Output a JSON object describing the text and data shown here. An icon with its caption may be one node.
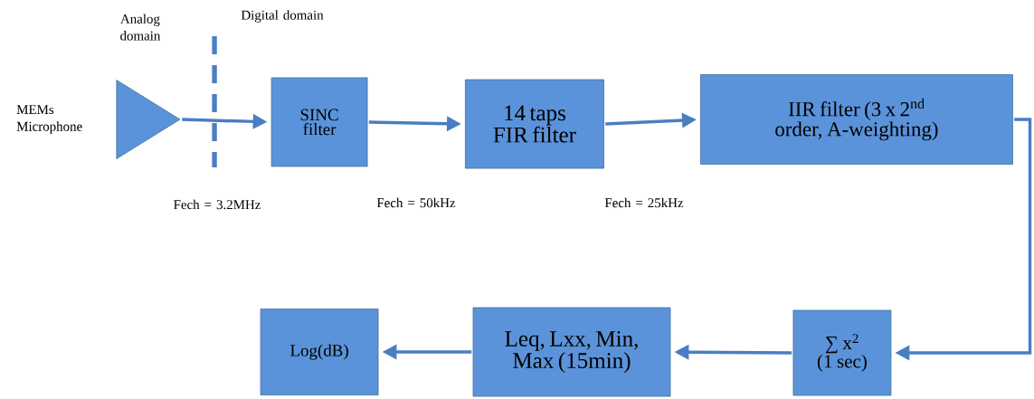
{
  "diagram": {
    "nodes": [
      {
        "text": [],
        "shape": "triangle",
        "beside": [
          "MEMs Microphone"
        ]
      },
      {
        "text": [
          "SINC filter"
        ]
      },
      {
        "text": [
          "14 taps FIR filter"
        ]
      },
      {
        "text": [
          "IIR filter (3 x 2$^{nd}$ order, A-weighting)"
        ]
      },
      {
        "text": [
          "∑ x$^{2}$ (1 sec)"
        ]
      },
      {
        "text": [
          "Leq, Lxx, Min, Max (15min)"
        ]
      },
      {
        "text": [
          "Log(dB)"
        ]
      }
    ],
    "edges": [
      {
        "from": 0,
        "to": 1,
        "arrow": "to"
      },
      {
        "from": 1,
        "to": 2,
        "arrow": "to"
      },
      {
        "from": 2,
        "to": 3,
        "arrow": "to"
      },
      {
        "from": 3,
        "to": 4,
        "arrow": "to"
      },
      {
        "from": 4,
        "to": 5,
        "arrow": "to"
      },
      {
        "from": 5,
        "to": 6,
        "arrow": "to"
      }
    ],
    "labels": [
      "Analog domain",
      "Digital domain",
      "Fech = 3.2MHz",
      "Fech = 50kHz",
      "Fech = 25kHz"
    ]
  }
}
